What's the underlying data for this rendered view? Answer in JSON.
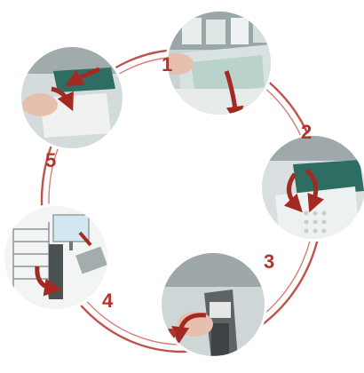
{
  "diagram": {
    "steps": [
      {
        "number": "1",
        "photo": "shelf-with-drawer-photo"
      },
      {
        "number": "2",
        "photo": "drawer-close-up-photo"
      },
      {
        "number": "3",
        "photo": "handheld-scanner-photo"
      },
      {
        "number": "4",
        "photo": "trolley-and-monitor-photo"
      },
      {
        "number": "5",
        "photo": "hand-placing-item-photo"
      }
    ],
    "colors": {
      "cycle_ring": "#b5322b",
      "arrow": "#a32a22",
      "number": "#b5322b",
      "photo_border": "#ffffff"
    }
  }
}
